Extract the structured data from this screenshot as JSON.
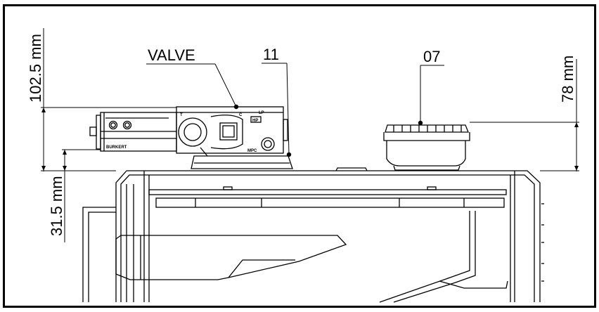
{
  "drawing": {
    "dimensions": {
      "total_height": "102.5 mm",
      "base_height": "31.5 mm",
      "right_height": "78 mm"
    },
    "callouts": {
      "valve": "VALVE",
      "part_11": "11",
      "part_07": "07"
    },
    "component_marks": {
      "port_t": "T",
      "port_c": "C",
      "port_lp": "LP",
      "port_hp": "HP",
      "port_mpc": "MPC",
      "maker": "BURKERT"
    }
  }
}
